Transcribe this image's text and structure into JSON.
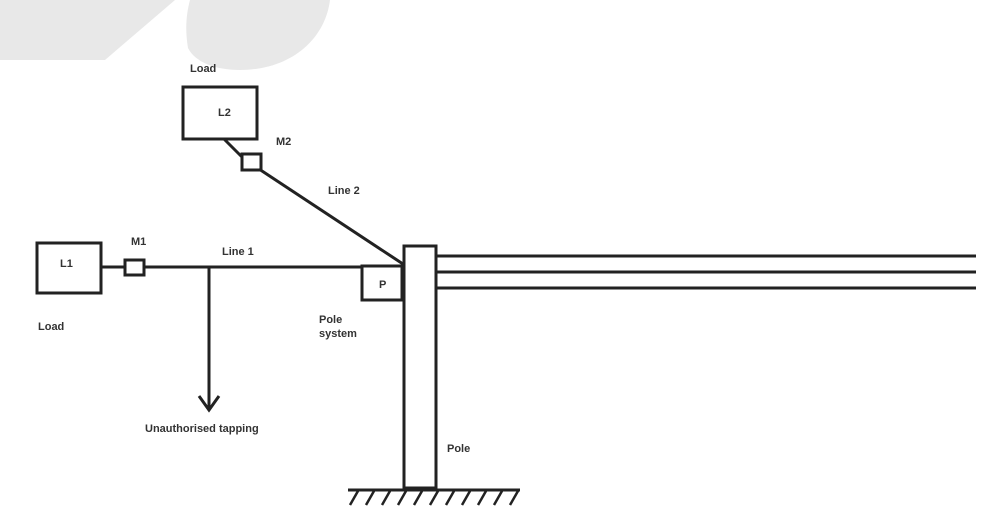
{
  "diagram": {
    "load_top_caption": "Load",
    "load_left_caption": "Load",
    "l2_label": "L2",
    "l1_label": "L1",
    "m2_label": "M2",
    "m1_label": "M1",
    "line2_label": "Line 2",
    "line1_label": "Line 1",
    "p_label": "P",
    "pole_system_line1": "Pole",
    "pole_system_line2": "system",
    "tapping_label": "Unauthorised tapping",
    "pole_label": "Pole"
  },
  "colors": {
    "stroke": "#222222",
    "text": "#333333",
    "watermark": "#e8e8e8",
    "background": "#ffffff"
  }
}
